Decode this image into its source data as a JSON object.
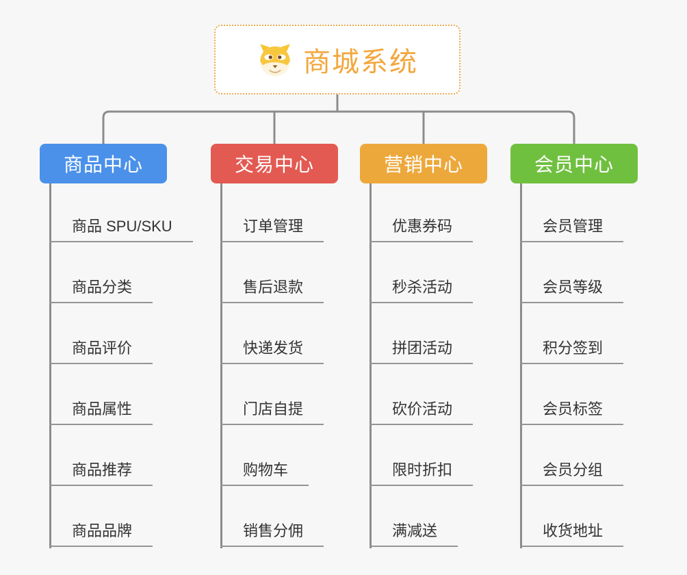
{
  "root": {
    "title": "商城系统",
    "icon": "dog-face-icon"
  },
  "branches": [
    {
      "label": "商品中心",
      "color": "#4B91EA",
      "items": [
        "商品 SPU/SKU",
        "商品分类",
        "商品评价",
        "商品属性",
        "商品推荐",
        "商品品牌"
      ]
    },
    {
      "label": "交易中心",
      "color": "#E35A52",
      "items": [
        "订单管理",
        "售后退款",
        "快递发货",
        "门店自提",
        "购物车",
        "销售分佣"
      ]
    },
    {
      "label": "营销中心",
      "color": "#EDA83C",
      "items": [
        "优惠券码",
        "秒杀活动",
        "拼团活动",
        "砍价活动",
        "限时折扣",
        "满减送"
      ]
    },
    {
      "label": "会员中心",
      "color": "#70C040",
      "items": [
        "会员管理",
        "会员等级",
        "积分签到",
        "会员标签",
        "会员分组",
        "收货地址"
      ]
    }
  ],
  "colors": {
    "canvas_bg": "#F7F7F7",
    "connector": "#8C8C8C",
    "leaf_underline": "#949494",
    "leaf_text": "#333333",
    "root_border": "#EBAA4B",
    "root_text": "#F2A73D",
    "header_text": "#FFFFFF"
  }
}
